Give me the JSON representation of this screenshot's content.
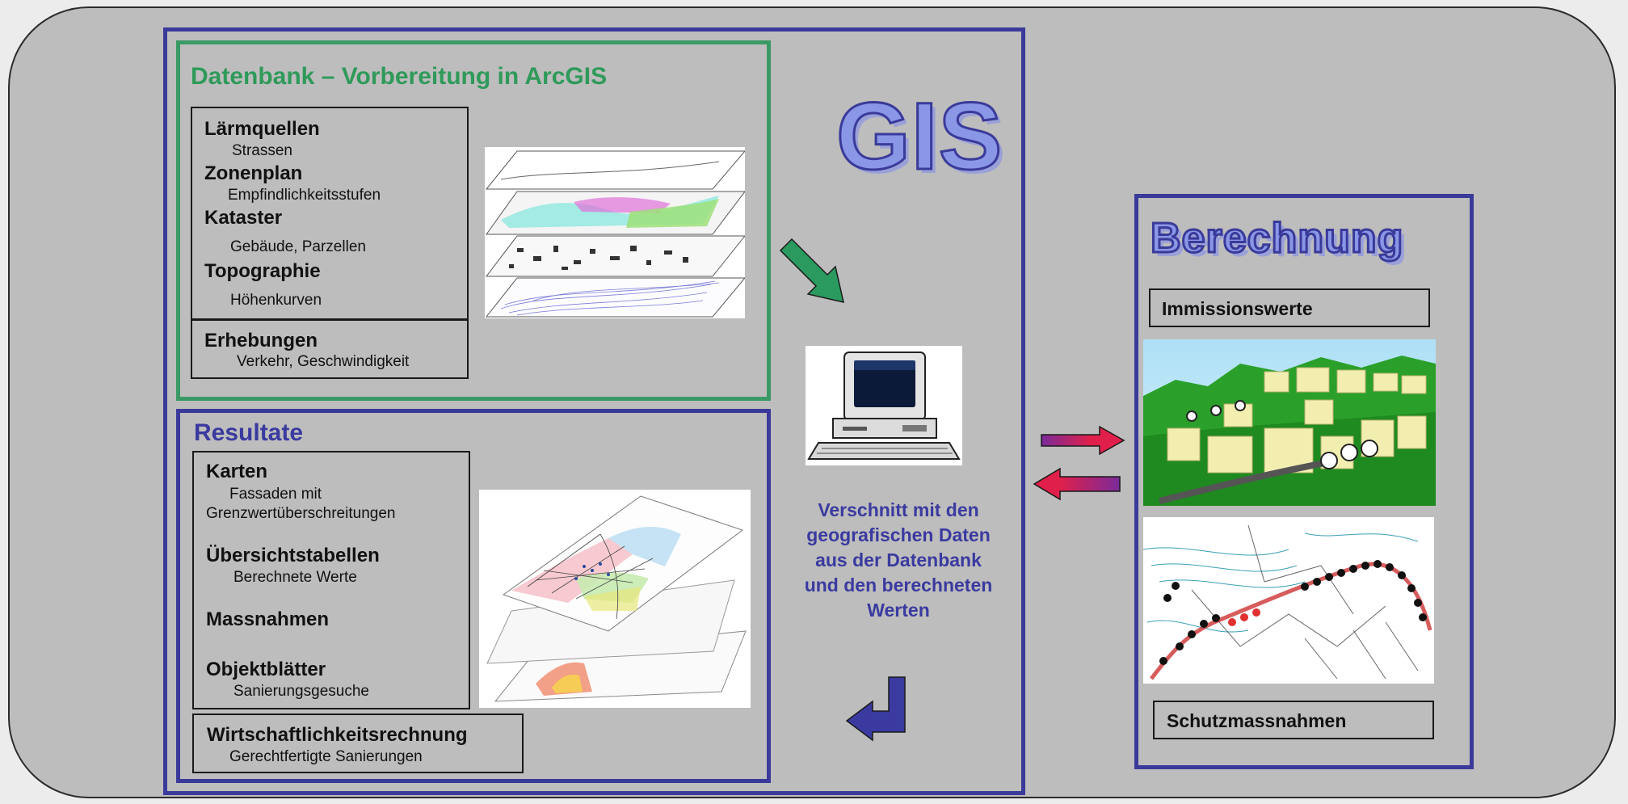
{
  "gis_title": "GIS",
  "datenbank": {
    "title": "Datenbank – Vorbereitung in ArcGIS",
    "items": [
      {
        "label": "Lärmquellen",
        "sub": "Strassen"
      },
      {
        "label": "Zonenplan",
        "sub": "Empfindlichkeitsstufen"
      },
      {
        "label": "Kataster",
        "sub": "Gebäude, Parzellen"
      },
      {
        "label": "Topographie",
        "sub": "Höhenkurven"
      }
    ],
    "erhebungen": {
      "label": "Erhebungen",
      "sub": "Verkehr, Geschwindigkeit"
    }
  },
  "resultate": {
    "title": "Resultate",
    "karten": {
      "label": "Karten",
      "sub1": "Fassaden mit",
      "sub2": "Grenzwertüberschreitungen"
    },
    "uebersicht": {
      "label": "Übersichtstabellen",
      "sub": "Berechnete Werte"
    },
    "massnahmen": {
      "label": "Massnahmen"
    },
    "objekt": {
      "label": "Objektblätter",
      "sub": "Sanierungsgesuche"
    },
    "wirtschaft": {
      "label": "Wirtschaftlichkeitsrechnung",
      "sub": "Gerechtfertigte Sanierungen"
    }
  },
  "verschnitt": [
    "Verschnitt mit den",
    "geografischen Daten",
    "aus der Datenbank",
    "und den berechneten",
    "Werten"
  ],
  "berechnung": {
    "title": "Berechnung",
    "immissionswerte": "Immissionswerte",
    "schutzmassnahmen": "Schutzmassnahmen"
  },
  "colors": {
    "blue_border": "#3a3a9a",
    "green_border": "#3a9a66",
    "green_title": "#2f9a5a",
    "blue_title": "#3a3aa0",
    "arrow_red": "#e0204a",
    "arrow_green": "#2a9a5e"
  }
}
